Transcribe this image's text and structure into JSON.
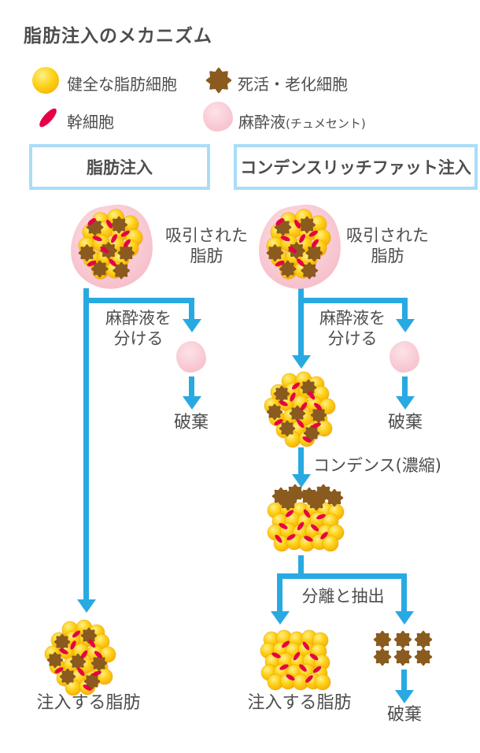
{
  "title": "脂肪注入のメカニズム",
  "colors": {
    "arrow_blue": "#29a9e1",
    "box_border": "#a9ddf7",
    "text": "#4d4d4d",
    "healthy_cell": "#fdd116",
    "dead_cell": "#8a5a1f",
    "stem_cell": "#e60045",
    "anesthetic": "#f5b8c5"
  },
  "legend": {
    "items": [
      {
        "icon": "healthy-fat-cell-icon",
        "label": "健全な脂肪細胞"
      },
      {
        "icon": "dead-aged-cell-icon",
        "label": "死活・老化細胞"
      },
      {
        "icon": "stem-cell-icon",
        "label": "幹細胞"
      },
      {
        "icon": "anesthetic-icon",
        "label": "麻酔液",
        "suffix": "(チュメセント)"
      }
    ]
  },
  "columns": {
    "left": {
      "header": "脂肪注入",
      "steps": {
        "aspirated_fat": "吸引された\n脂肪",
        "separate_anesthetic": "麻酔液を\n分ける",
        "discard": "破棄",
        "inject_fat": "注入する脂肪"
      }
    },
    "right": {
      "header": "コンデンスリッチファット注入",
      "steps": {
        "aspirated_fat": "吸引された\n脂肪",
        "separate_anesthetic": "麻酔液を\n分ける",
        "discard_anesthetic": "破棄",
        "condense": "コンデンス(濃縮)",
        "separate_extract": "分離と抽出",
        "inject_fat": "注入する脂肪",
        "discard_cells": "破棄"
      }
    }
  }
}
